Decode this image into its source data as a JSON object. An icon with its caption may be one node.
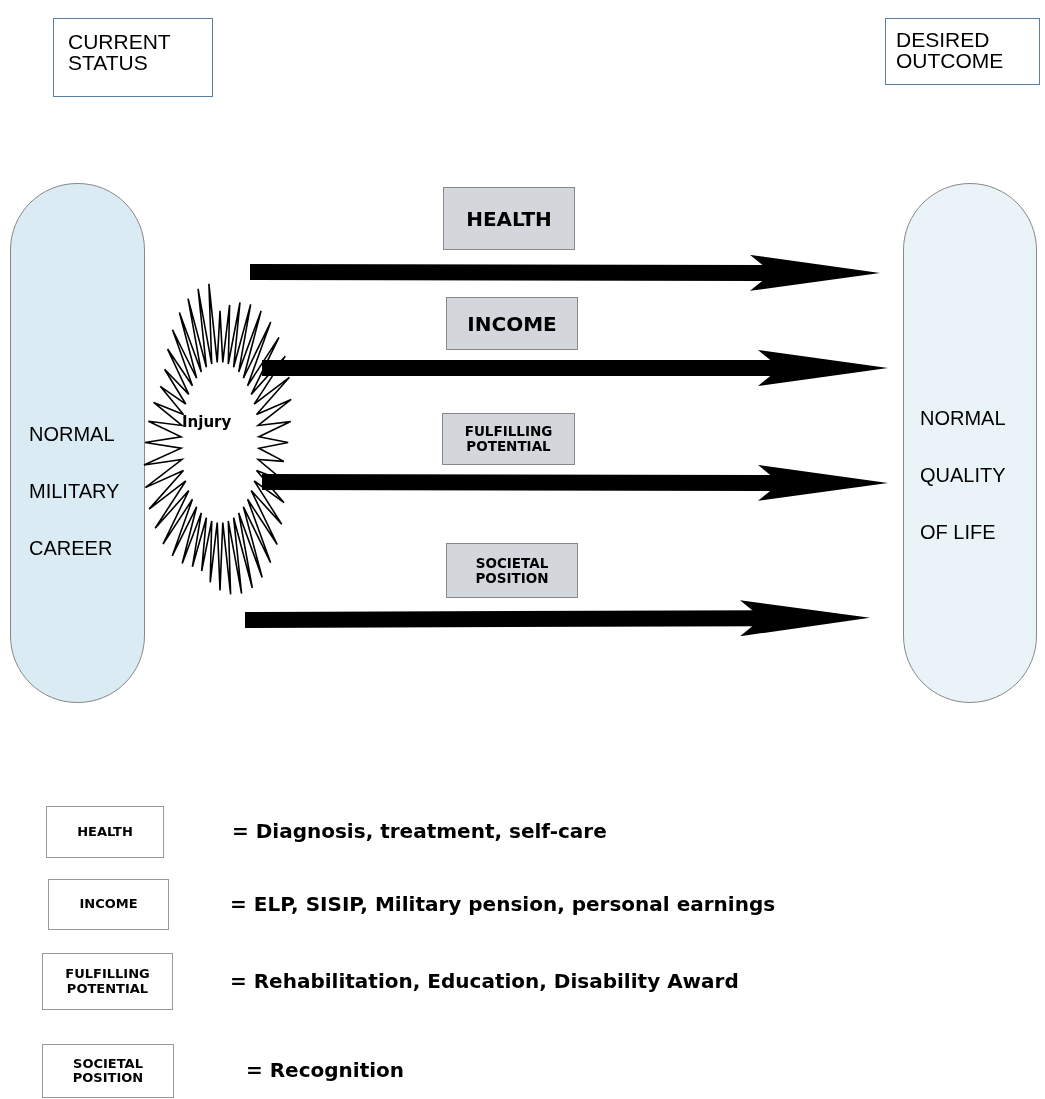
{
  "diagram": {
    "nodes": [
      {
        "text": [
          "CURRENT STATUS"
        ]
      },
      {
        "text": [
          "DESIRED OUTCOME"
        ]
      },
      {
        "text": [
          "NORMAL MILITARY CAREER"
        ]
      },
      {
        "text": [
          "Injury"
        ]
      },
      {
        "text": [
          "NORMAL QUALITY OF LIFE"
        ]
      },
      {
        "text": [
          "HEALTH"
        ]
      },
      {
        "text": [
          "INCOME"
        ]
      },
      {
        "text": [
          "FULFILLING POTENTIAL"
        ]
      },
      {
        "text": [
          "SOCIETAL POSITION"
        ]
      },
      {
        "text": [
          "HEALTH"
        ],
        "beside": [
          "= Diagnosis, treatment, self-care"
        ]
      },
      {
        "text": [
          "INCOME"
        ],
        "beside": [
          "= ELP, SISIP, Military pension, personal earnings"
        ]
      },
      {
        "text": [
          "FULFILLING POTENTIAL"
        ],
        "beside": [
          "= Rehabilitation, Education, Disability Award"
        ]
      },
      {
        "text": [
          "SOCIETAL POSITION"
        ],
        "beside": [
          "= Recognition"
        ]
      }
    ],
    "edges": [
      {
        "from": 3,
        "to": 4,
        "arrow": "to"
      },
      {
        "from": 3,
        "to": 4,
        "arrow": "to"
      },
      {
        "from": 3,
        "to": 4,
        "arrow": "to"
      },
      {
        "from": 3,
        "to": 4,
        "arrow": "to"
      }
    ]
  }
}
